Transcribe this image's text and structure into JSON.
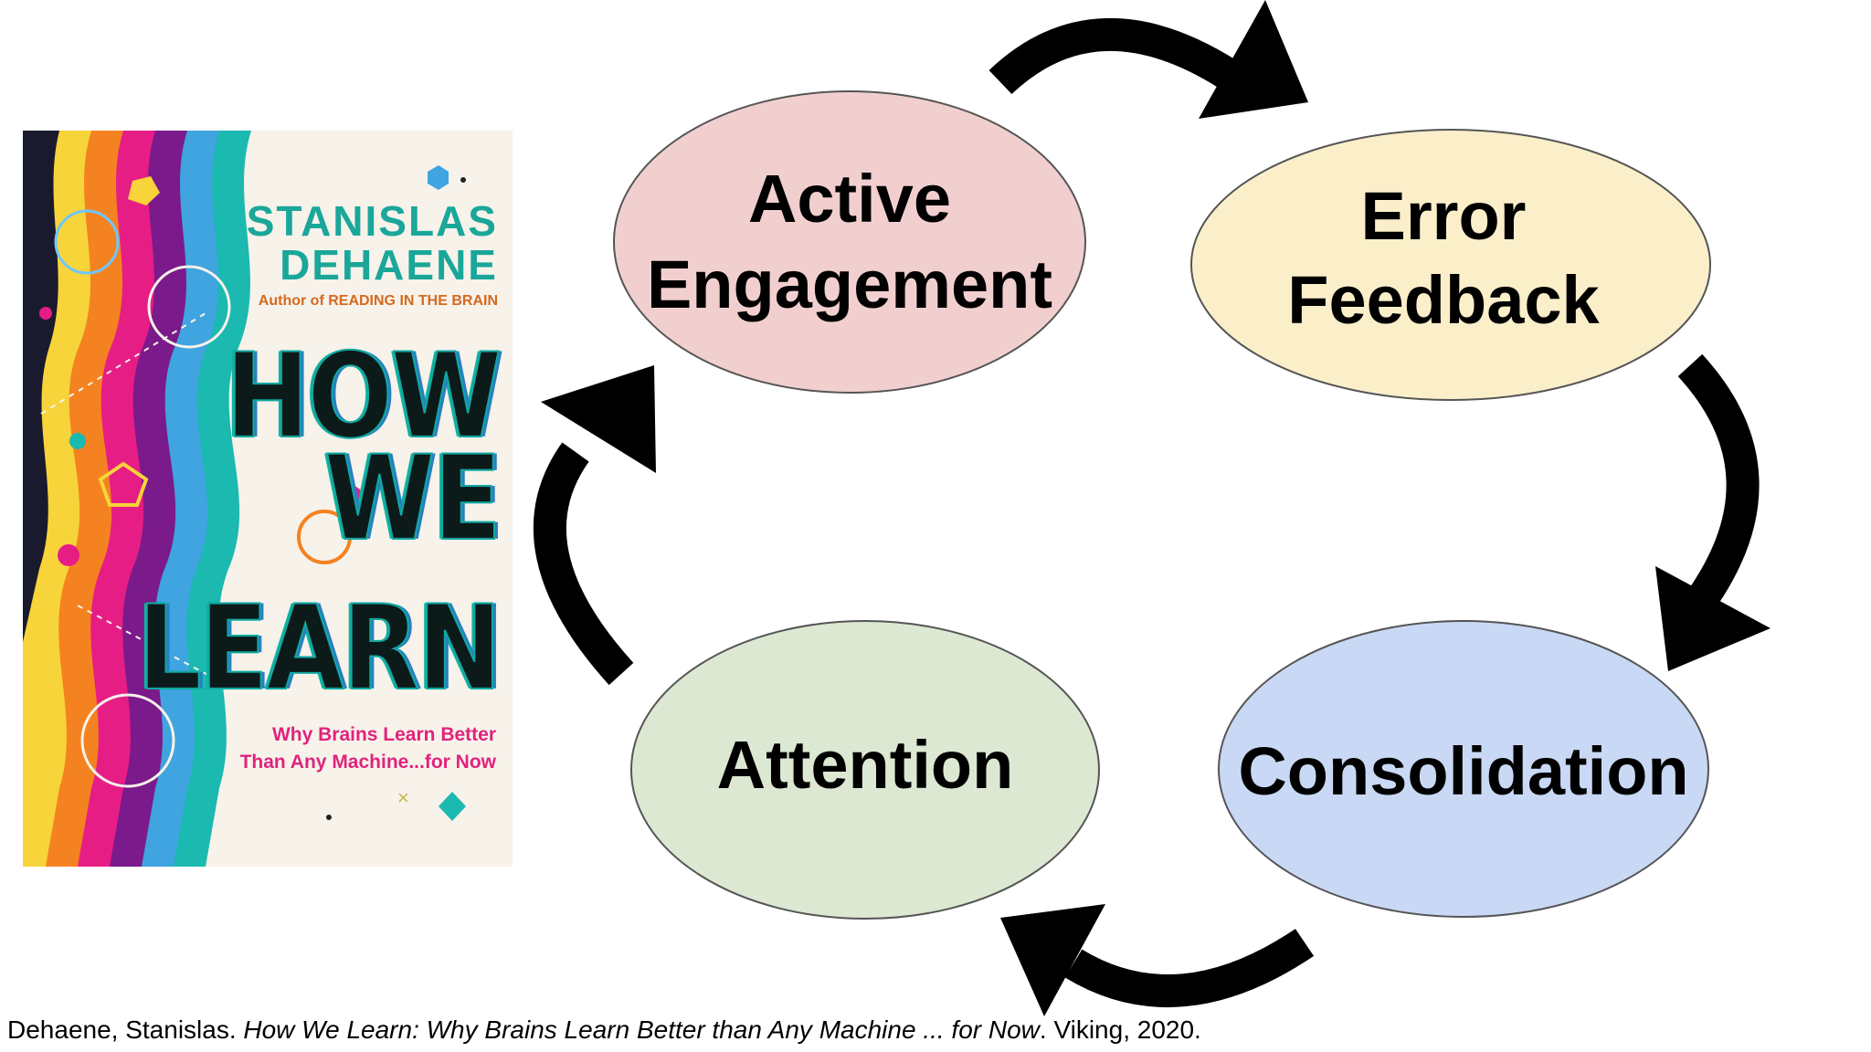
{
  "book": {
    "author_first": "STANISLAS",
    "author_last": "DEHAENE",
    "author_tagline": "Author of READING IN THE BRAIN",
    "title_lines": [
      "HOW",
      "WE",
      "LEARN"
    ],
    "subtitle_lines": [
      "Why Brains Learn Better",
      "Than Any Machine...for Now"
    ]
  },
  "cycle": {
    "nodes": [
      {
        "id": "active-engagement",
        "lines": [
          "Active",
          "Engagement"
        ],
        "fill": "#f2cfcf"
      },
      {
        "id": "error-feedback",
        "lines": [
          "Error",
          "Feedback"
        ],
        "fill": "#fbefca"
      },
      {
        "id": "consolidation",
        "lines": [
          "Consolidation"
        ],
        "fill": "#c9d9f5"
      },
      {
        "id": "attention",
        "lines": [
          "Attention"
        ],
        "fill": "#dce8d2"
      }
    ],
    "arrow_color": "#000000",
    "node_stroke": "#555555"
  },
  "citation": {
    "prefix": "Dehaene, Stanislas. ",
    "title": "How We Learn: Why Brains Learn Better than Any Machine ... for Now",
    "suffix": ". Viking, 2020."
  }
}
